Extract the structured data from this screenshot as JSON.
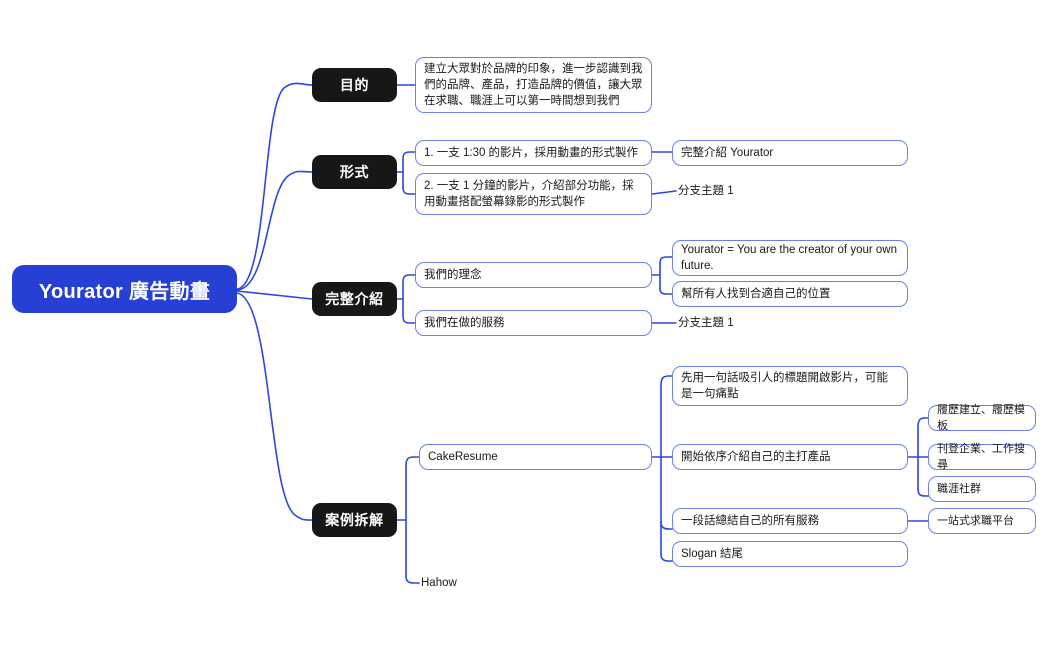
{
  "diagram": {
    "type": "mind-map",
    "title": "Yourator 廣告動畫",
    "colors": {
      "root_fill": "#2740d4",
      "branch_fill": "#171717",
      "box_border": "#6c7fe8",
      "link_stroke": "#2b47e0",
      "text": "#1a1a1a",
      "background": "#ffffff"
    },
    "root": {
      "label": "Yourator 廣告動畫"
    },
    "branches": [
      {
        "id": "purpose",
        "label": "目的",
        "children": [
          {
            "id": "purpose-detail",
            "label": "建立大眾對於品牌的印象，進一步認識到我們的品牌、產品，打造品牌的價值，讓大眾在求職、職涯上可以第一時間想到我們",
            "boxed": true,
            "children": []
          }
        ]
      },
      {
        "id": "format",
        "label": "形式",
        "children": [
          {
            "id": "format-1",
            "label": "1. 一支 1:30 的影片，採用動畫的形式製作",
            "boxed": true,
            "children": [
              {
                "id": "format-1-1",
                "label": "完整介紹 Yourator",
                "boxed": true
              }
            ]
          },
          {
            "id": "format-2",
            "label": "2. 一支 1 分鐘的影片，介紹部分功能，採用動畫搭配螢幕錄影的形式製作",
            "boxed": true,
            "children": [
              {
                "id": "format-2-1",
                "label": "分支主題 1",
                "boxed": false
              }
            ]
          }
        ]
      },
      {
        "id": "full-intro",
        "label": "完整介紹",
        "children": [
          {
            "id": "concept",
            "label": "我們的理念",
            "boxed": true,
            "children": [
              {
                "id": "concept-1",
                "label": "Yourator = You are the creator of your own future.",
                "boxed": true
              },
              {
                "id": "concept-2",
                "label": "幫所有人找到合適自己的位置",
                "boxed": true
              }
            ]
          },
          {
            "id": "services",
            "label": "我們在做的服務",
            "boxed": true,
            "children": [
              {
                "id": "services-1",
                "label": "分支主題 1",
                "boxed": false
              }
            ]
          }
        ]
      },
      {
        "id": "case-study",
        "label": "案例拆解",
        "children": [
          {
            "id": "cakeresume",
            "label": "CakeResume",
            "boxed": true,
            "children": [
              {
                "id": "cake-1",
                "label": "先用一句話吸引人的標題開啟影片，可能是一句痛點",
                "boxed": true
              },
              {
                "id": "cake-2",
                "label": "開始依序介紹自己的主打產品",
                "boxed": true,
                "children": [
                  {
                    "id": "cake-2-1",
                    "label": "履歷建立、履歷模板",
                    "boxed": true
                  },
                  {
                    "id": "cake-2-2",
                    "label": "刊登企業、工作搜尋",
                    "boxed": true
                  },
                  {
                    "id": "cake-2-3",
                    "label": "職涯社群",
                    "boxed": true
                  }
                ]
              },
              {
                "id": "cake-3",
                "label": "一段話總結自己的所有服務",
                "boxed": true,
                "children": [
                  {
                    "id": "cake-3-1",
                    "label": "一站式求職平台",
                    "boxed": true
                  }
                ]
              },
              {
                "id": "cake-4",
                "label": "Slogan 結尾",
                "boxed": true
              }
            ]
          },
          {
            "id": "hahow",
            "label": "Hahow",
            "boxed": false,
            "children": []
          }
        ]
      }
    ]
  }
}
